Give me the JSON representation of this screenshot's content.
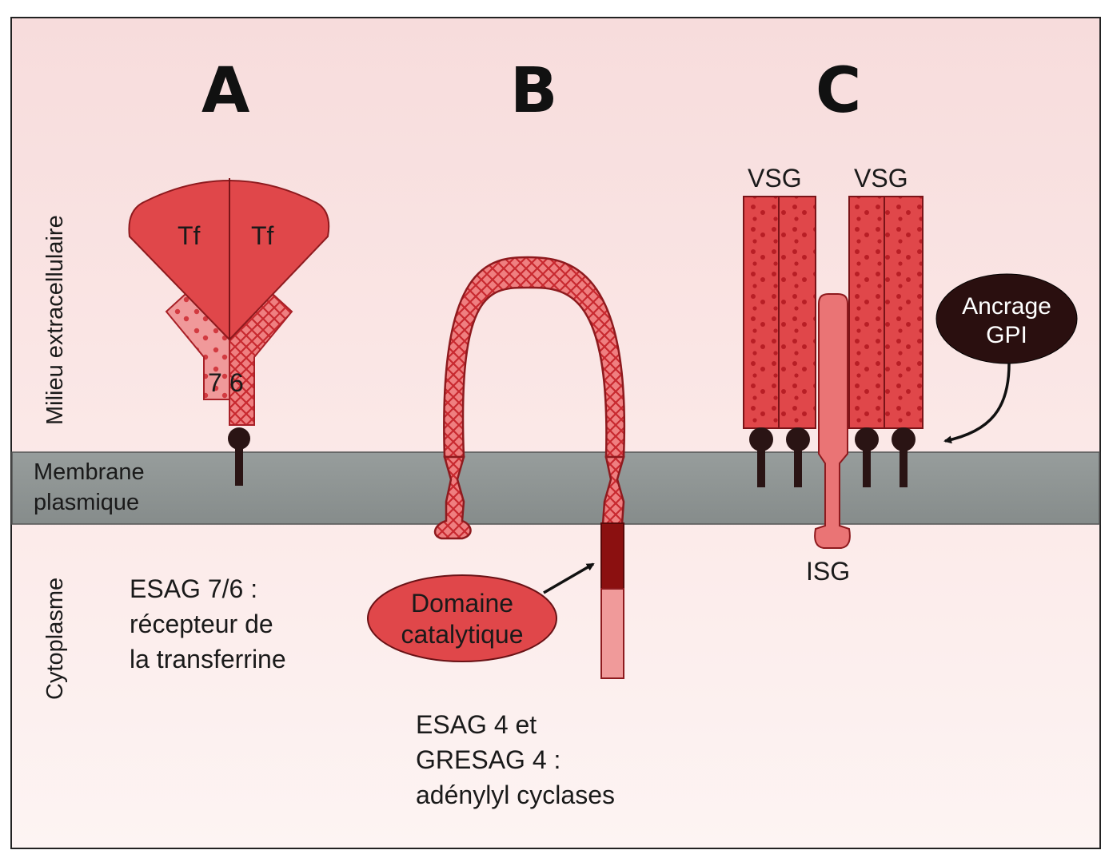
{
  "panels": {
    "a": "A",
    "b": "B",
    "c": "C"
  },
  "side_labels": {
    "extracellular": "Milieu extracellulaire",
    "membrane_line1": "Membrane",
    "membrane_line2": "plasmique",
    "cytoplasm": "Cytoplasme"
  },
  "panel_a": {
    "tf_left": "Tf",
    "tf_right": "Tf",
    "subunit_7": "7",
    "subunit_6": "6",
    "caption_line1": "ESAG 7/6 :",
    "caption_line2": "récepteur de",
    "caption_line3": "la transferrine"
  },
  "panel_b": {
    "domain_line1": "Domaine",
    "domain_line2": "catalytique",
    "caption_line1": "ESAG 4 et",
    "caption_line2": "GRESAG 4 :",
    "caption_line3": "adénylyl cyclases"
  },
  "panel_c": {
    "vsg_left": "VSG",
    "vsg_right": "VSG",
    "isg": "ISG",
    "gpi_line1": "Ancrage",
    "gpi_line2": "GPI"
  },
  "colors": {
    "protein_red": "#e0474a",
    "protein_dark": "#b01b22",
    "protein_pink": "#f08c8c",
    "membrane_gray": "#8e9493",
    "domain_dark": "#8b1010",
    "gpi_badge": "#2a0f0f"
  }
}
